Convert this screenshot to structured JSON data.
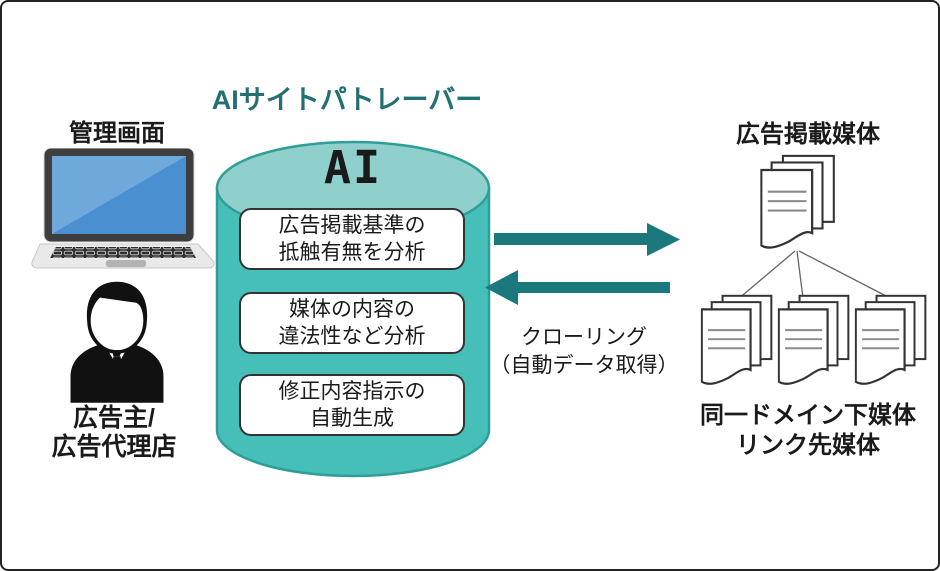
{
  "title": "AIサイトパトレーバー",
  "left_panel": {
    "admin_screen_label": "管理画面",
    "advertiser_line1": "広告主/",
    "advertiser_line2": "広告代理店"
  },
  "ai_system": {
    "core_label": "AI",
    "function_boxes": [
      {
        "line1": "広告掲載基準の",
        "line2": "抵触有無を分析"
      },
      {
        "line1": "媒体の内容の",
        "line2": "違法性など分析"
      },
      {
        "line1": "修正内容指示の",
        "line2": "自動生成"
      }
    ]
  },
  "crawling": {
    "line1": "クローリング",
    "line2": "（自動データ取得）"
  },
  "right_panel": {
    "ad_media_label": "広告掲載媒体",
    "sub_media_line1": "同一ドメイン下媒体",
    "sub_media_line2": "リンク先媒体"
  },
  "icons": {
    "laptop": "laptop-icon",
    "person": "businessperson-icon",
    "database": "ai-database-cylinder",
    "documents": "document-stack-icon",
    "arrow_out": "arrow-right-icon",
    "arrow_in": "arrow-left-icon"
  },
  "colors": {
    "title_teal": "#226F74",
    "arrow_teal": "#1B787D",
    "cylinder_body": "#45BFB7",
    "cylinder_top": "#8FD0CC",
    "cylinder_stroke": "#2E9E97",
    "laptop_screen_blue": "#4A8FD0"
  }
}
